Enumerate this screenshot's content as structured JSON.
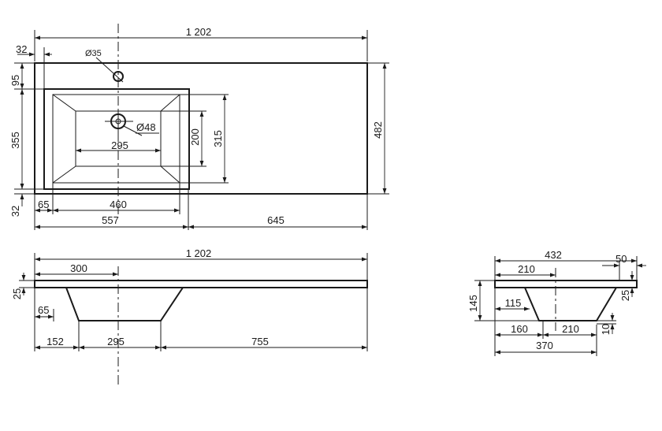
{
  "top_view": {
    "overall_width": "1 202",
    "left_offset": "32",
    "tap_hole": "Ø35",
    "top_margin": "95",
    "basin_length": "355",
    "bottom_margin": "32",
    "drain": "Ø48",
    "bowl_width": "295",
    "bowl_depth_inner": "200",
    "bowl_depth_outer": "315",
    "overall_depth": "482",
    "inner_offset": "65",
    "basin_width": "460",
    "basin_section": "557",
    "shelf_section": "645"
  },
  "front_view": {
    "overall_width": "1 202",
    "tap_position": "300",
    "slab_thickness": "25",
    "wall_offset": "65",
    "left_part": "152",
    "bowl_bottom": "295",
    "right_part": "755"
  },
  "side_view": {
    "overall_depth": "432",
    "back_rim": "50",
    "axis_distance": "210",
    "slab_thickness": "25",
    "total_height": "145",
    "front_offset": "115",
    "bottom_thickness": "10",
    "bottom_front": "160",
    "bottom_back": "210",
    "bottom_total": "370"
  }
}
